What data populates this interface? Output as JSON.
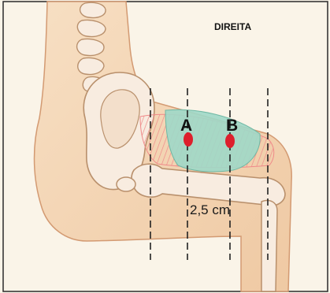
{
  "diagram": {
    "side_label": "DIREITA",
    "points": [
      {
        "label": "A",
        "color": "#dd1f2c"
      },
      {
        "label": "B",
        "color": "#dd1f2c"
      }
    ],
    "distance_label": "2,5 cm"
  },
  "colors": {
    "background": "#faf4e8",
    "skin": "#f4d6b6",
    "skin_outline": "#d39a72",
    "bone": "#f8ece0",
    "bone_outline": "#b9906c",
    "muscle_teal": "#9fd8c8",
    "muscle_red": "#f08a8a",
    "marker": "#dd1f2c",
    "guide_line": "#222222",
    "border": "#2a2a2a"
  }
}
